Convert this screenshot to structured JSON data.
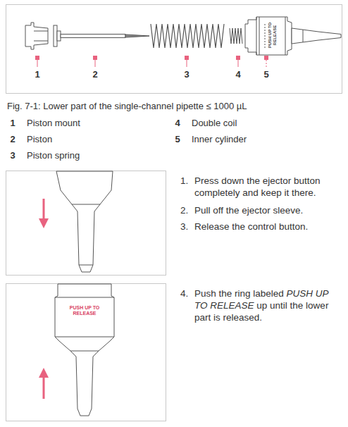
{
  "diagram": {
    "caption": "Fig. 7-1: Lower part of the single-channel pipette ≤ 1000 µL",
    "labels": [
      "1",
      "2",
      "3",
      "4",
      "5",
      "PUSH UP TO RELEASE",
      "1",
      "Piston mount",
      "2",
      "Piston",
      "3",
      "Piston spring",
      "4",
      "Double coil",
      "5",
      "Inner cylinder",
      "1.",
      "Press down the ejector button completely and keep it there.",
      "2.",
      "Pull off the ejector sleeve.",
      "3.",
      "Release the control button.",
      "PUSH UP TO RELEASE",
      "4.",
      "Push the ring labeled",
      "PUSH UP TO RELEASE",
      "up until the lower part is released."
    ]
  }
}
